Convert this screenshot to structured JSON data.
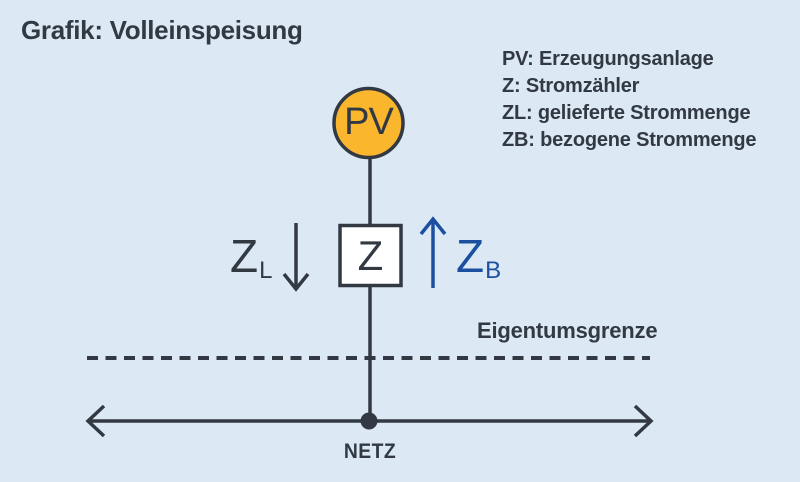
{
  "title": "Grafik: Volleinspeisung",
  "legend": {
    "items": [
      "PV: Erzeugungsanlage",
      "Z: Stromzähler",
      "ZL: gelieferte Strommenge",
      "ZB: bezogene Strommenge"
    ]
  },
  "diagram": {
    "pv_label": "PV",
    "meter_label": "Z",
    "z_delivered": {
      "base": "Z",
      "sub": "L"
    },
    "z_drawn": {
      "base": "Z",
      "sub": "B"
    },
    "boundary_label": "Eigentumsgrenze",
    "grid_label": "NETZ"
  },
  "colors": {
    "background": "#dce9f5",
    "dark": "#323943",
    "blue": "#1b4fa0",
    "pv_orange": "#fab62d",
    "meter_fill": "#ffffff"
  }
}
